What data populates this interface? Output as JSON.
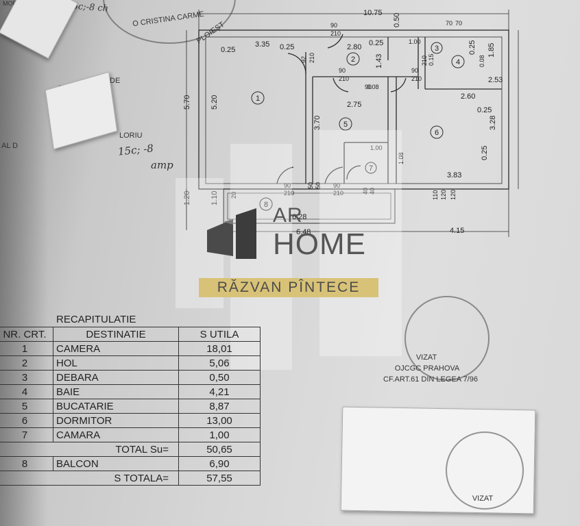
{
  "stamp_top": {
    "text": "O CRISTINA CARME",
    "city": "PLOIEŞT"
  },
  "side_fragments": {
    "mobil": "MOBIL",
    "de": "DE",
    "co": "CO",
    "loriu": "LORIU",
    "al_d": "AL D"
  },
  "handwriting": {
    "note_top": "2004/15c;-8 ch",
    "note_mid": "15c; -8",
    "note_mid2": "amp"
  },
  "plan": {
    "dims": [
      "10.75",
      "0.25",
      "3.35",
      "0.25",
      "2.80",
      "0.25",
      "1.00",
      "0.50",
      "70",
      "70",
      "90",
      "210",
      "90",
      "210",
      "0.25",
      "1.85",
      "0.08",
      "92",
      "210",
      "1.43",
      "90",
      "210",
      "90",
      "210",
      "0.15",
      "0.08",
      "2.53",
      "2.60",
      "2.75",
      "0.25",
      "5.70",
      "5.20",
      "3.70",
      "1.00",
      "1.08",
      "3.28",
      "3.83",
      "0.25",
      "1.20",
      "1.10",
      "90",
      "90",
      "210",
      "210",
      "50",
      "50",
      "40",
      "40",
      "110",
      "120",
      "6.28",
      "6.48",
      "4.15",
      "20",
      "120"
    ],
    "room_numbers": [
      "1",
      "2",
      "3",
      "4",
      "5",
      "6",
      "7",
      "8"
    ]
  },
  "watermark": {
    "ar": "AR",
    "home": "HOME",
    "name": "RĂZVAN PÎNTECE"
  },
  "recap": {
    "title": "RECAPITULATIE",
    "headers": [
      "NR. CRT.",
      "DESTINATIE",
      "S UTILA"
    ],
    "rows": [
      [
        "1",
        "CAMERA",
        "18,01"
      ],
      [
        "2",
        "HOL",
        "5,06"
      ],
      [
        "3",
        "DEBARA",
        "0,50"
      ],
      [
        "4",
        "BAIE",
        "4,21"
      ],
      [
        "5",
        "BUCATARIE",
        "8,87"
      ],
      [
        "6",
        "DORMITOR",
        "13,00"
      ],
      [
        "7",
        "CAMARA",
        "1,00"
      ]
    ],
    "total_su": {
      "label": "TOTAL Su=",
      "value": "50,65"
    },
    "balcon": [
      "8",
      "BALCON",
      "6,90"
    ],
    "s_totala": {
      "label": "S TOTALA=",
      "value": "57,55"
    }
  },
  "vizat": {
    "title": "VIZAT",
    "line1": "OJCGC PRAHOVA",
    "line2": "CF.ART.61 DIN LEGEA 7/96",
    "bottom": "VIZAT"
  }
}
